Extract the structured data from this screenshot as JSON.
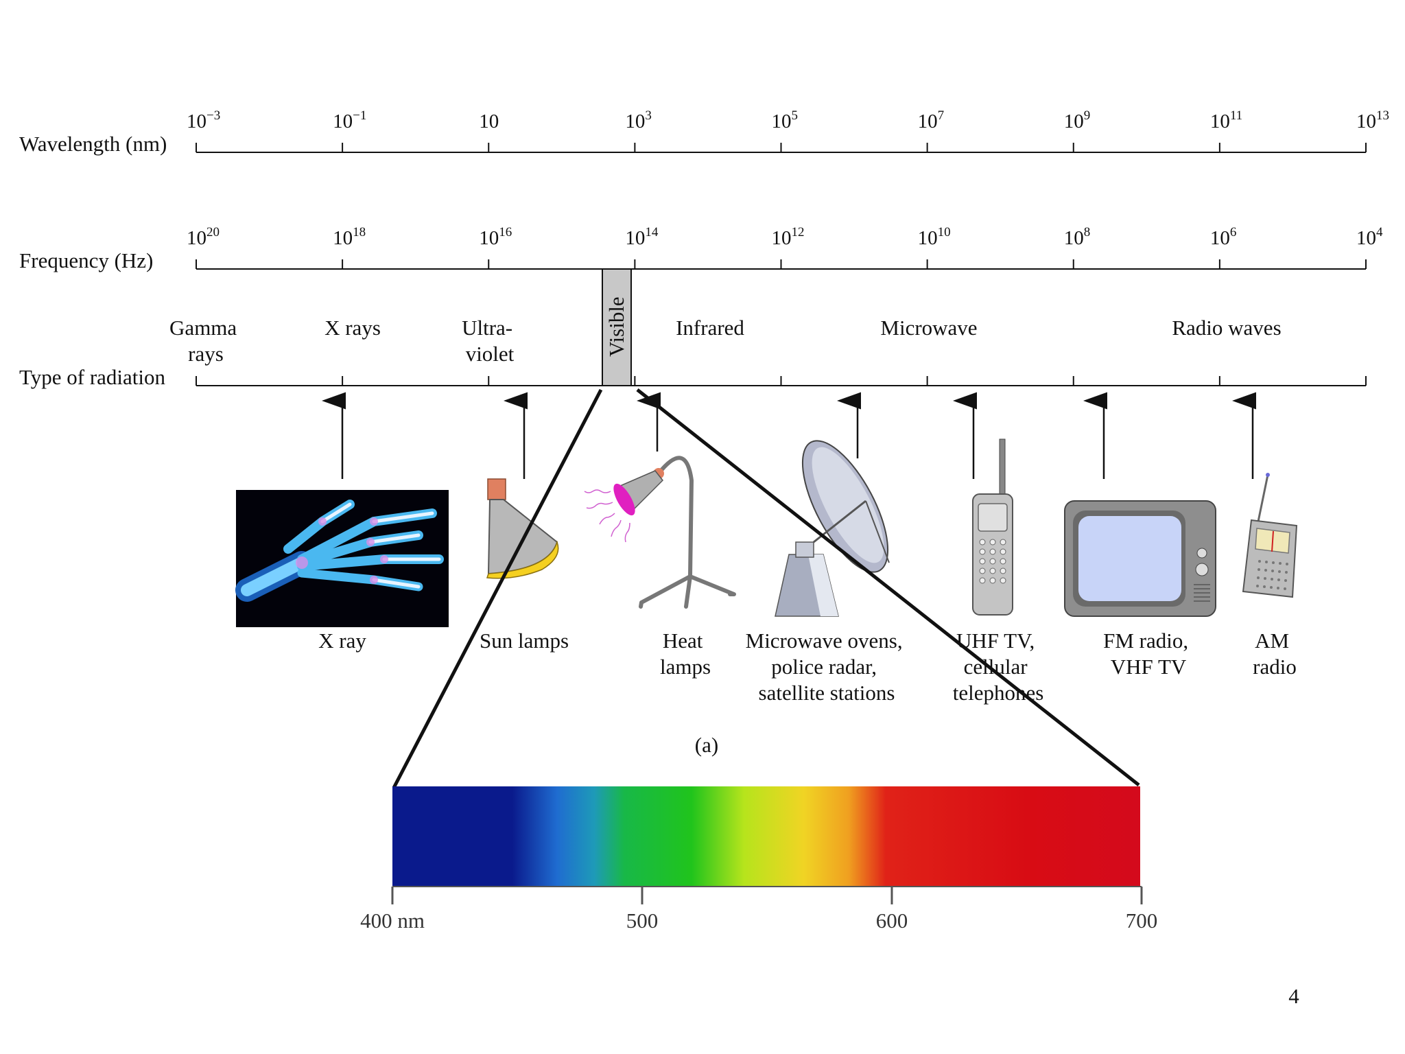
{
  "axes": {
    "wavelength": {
      "label": "Wavelength (nm)",
      "ticks": [
        {
          "base": "10",
          "exp": "−3"
        },
        {
          "base": "10",
          "exp": "−1"
        },
        {
          "base": "10",
          "exp": ""
        },
        {
          "base": "10",
          "exp": "3"
        },
        {
          "base": "10",
          "exp": "5"
        },
        {
          "base": "10",
          "exp": "7"
        },
        {
          "base": "10",
          "exp": "9"
        },
        {
          "base": "10",
          "exp": "11"
        },
        {
          "base": "10",
          "exp": "13"
        }
      ]
    },
    "frequency": {
      "label": "Frequency (Hz)",
      "ticks": [
        {
          "base": "10",
          "exp": "20"
        },
        {
          "base": "10",
          "exp": "18"
        },
        {
          "base": "10",
          "exp": "16"
        },
        {
          "base": "10",
          "exp": "14"
        },
        {
          "base": "10",
          "exp": "12"
        },
        {
          "base": "10",
          "exp": "10"
        },
        {
          "base": "10",
          "exp": "8"
        },
        {
          "base": "10",
          "exp": "6"
        },
        {
          "base": "10",
          "exp": "4"
        }
      ]
    },
    "radiation": {
      "label": "Type of radiation",
      "visible_label": "Visible",
      "types": [
        {
          "lines": [
            "Gamma",
            "rays"
          ]
        },
        {
          "lines": [
            "X rays"
          ]
        },
        {
          "lines": [
            "Ultra-",
            "violet"
          ]
        },
        {
          "lines": [
            "Infrared"
          ]
        },
        {
          "lines": [
            "Microwave"
          ]
        },
        {
          "lines": [
            "Radio waves"
          ]
        }
      ]
    }
  },
  "applications": [
    {
      "lines": [
        "X ray"
      ],
      "icon": "hand-xray-icon"
    },
    {
      "lines": [
        "Sun lamps"
      ],
      "icon": "sun-lamp-icon"
    },
    {
      "lines": [
        "Heat",
        "lamps"
      ],
      "icon": "heat-lamp-icon"
    },
    {
      "lines": [
        "Microwave ovens,",
        "police radar,",
        "satellite stations"
      ],
      "icon": "satellite-dish-icon"
    },
    {
      "lines": [
        "UHF TV,",
        "cellular",
        "telephones"
      ],
      "icon": "cell-phone-icon"
    },
    {
      "lines": [
        "FM radio,",
        "VHF TV"
      ],
      "icon": "television-icon"
    },
    {
      "lines": [
        "AM",
        "radio"
      ],
      "icon": "am-radio-icon"
    }
  ],
  "caption": "(a)",
  "visible_spectrum": {
    "labels": [
      "400 nm",
      "500",
      "600",
      "700"
    ],
    "colors": [
      "#0a1a8c",
      "#0a1a8c",
      "#0b2aa0",
      "#1f86d6",
      "#1eb84a",
      "#22c21e",
      "#b6e01c",
      "#f0d020",
      "#f0a020",
      "#e01818",
      "#d80c14",
      "#d40a18"
    ]
  },
  "page_number": "4"
}
